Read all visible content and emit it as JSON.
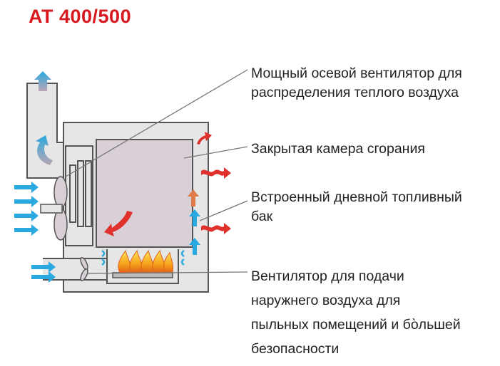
{
  "title": "AT 400/500",
  "labels": {
    "fan": [
      "Мощный осевой вентилятор для",
      "распределения теплого воздуха"
    ],
    "chamber": [
      "Закрытая камера сгорания"
    ],
    "tank": [
      "Встроенный дневной топливный",
      "бак"
    ],
    "intake_fan": [
      "Вентилятор для подачи",
      "наружнего воздуха для",
      "пыльных помещений и бо̀льшей",
      "безопасности"
    ]
  },
  "colors": {
    "brand_red": "#d7191f",
    "casing_fill": "#e6e6e6",
    "chamber_fill": "#d9cfd6",
    "outline": "#555555",
    "cold_arrow": "#2aa9e0",
    "warm_arrow": "#e0312c",
    "flame": "#f7a21b"
  }
}
